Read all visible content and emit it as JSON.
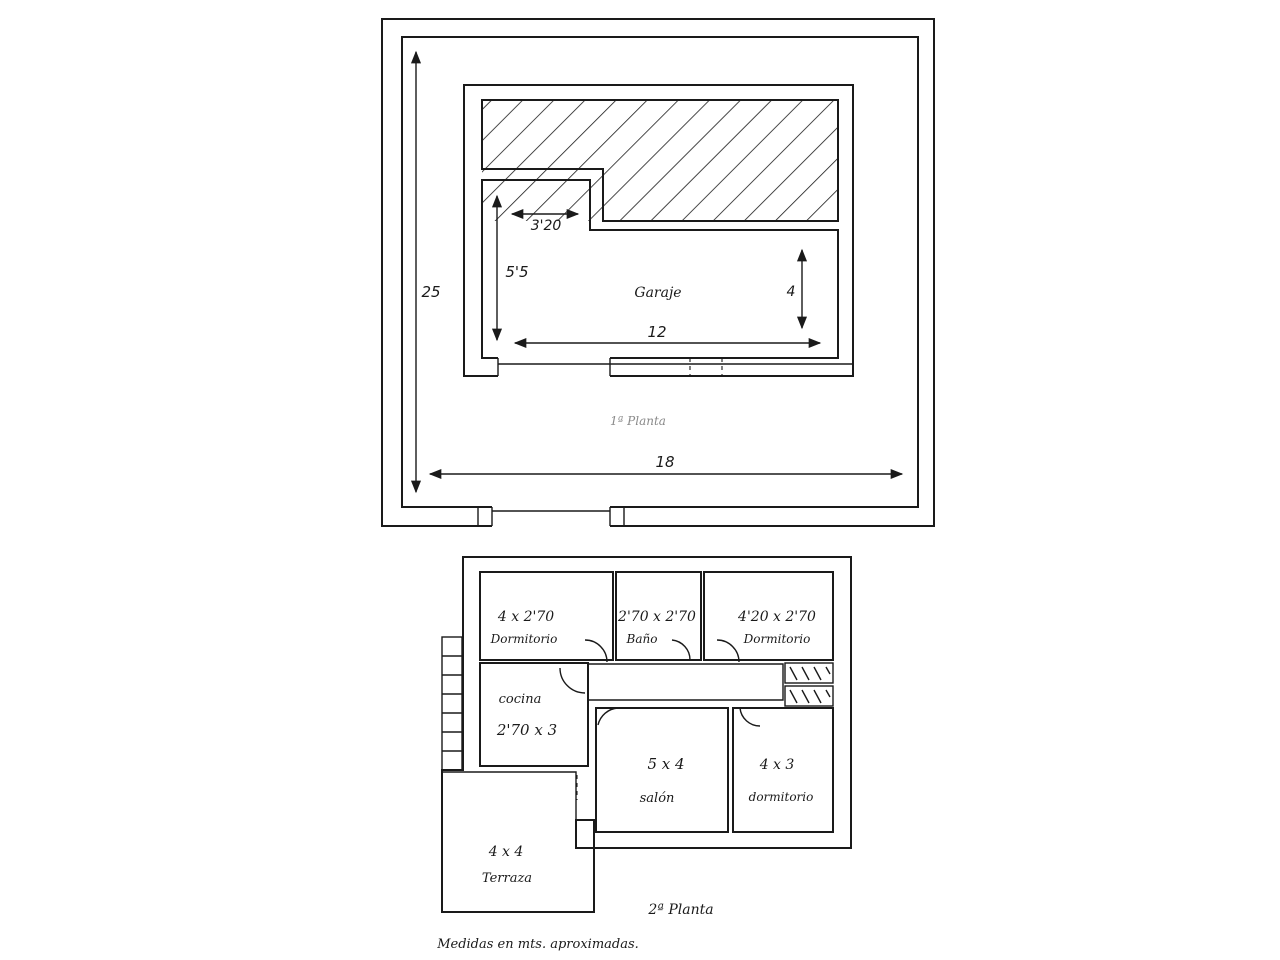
{
  "plan_1": {
    "label": "1ª Planta",
    "dim_height": "25",
    "dim_width": "18",
    "garage": {
      "name": "Garaje",
      "dim_offset": "3'20",
      "dim_left": "5'5",
      "dim_right": "4",
      "dim_length": "12"
    }
  },
  "plan_2": {
    "label": "2ª Planta",
    "rooms": [
      {
        "id": "dormitorio-1",
        "size": "4 x 2'70",
        "name": "Dormitorio"
      },
      {
        "id": "bano",
        "size": "2'70 x 2'70",
        "name": "Baño"
      },
      {
        "id": "dormitorio-2",
        "size": "4'20 x 2'70",
        "name": "Dormitorio"
      },
      {
        "id": "cocina",
        "size": "2'70 x 3",
        "name": "cocina"
      },
      {
        "id": "salon",
        "size": "5 x 4",
        "name": "salón"
      },
      {
        "id": "dormitorio-3",
        "size": "4 x 3",
        "name": "dormitorio"
      },
      {
        "id": "terraza",
        "size": "4 x 4",
        "name": "Terraza"
      }
    ]
  },
  "footnote": "Medidas en mts. aproximadas."
}
